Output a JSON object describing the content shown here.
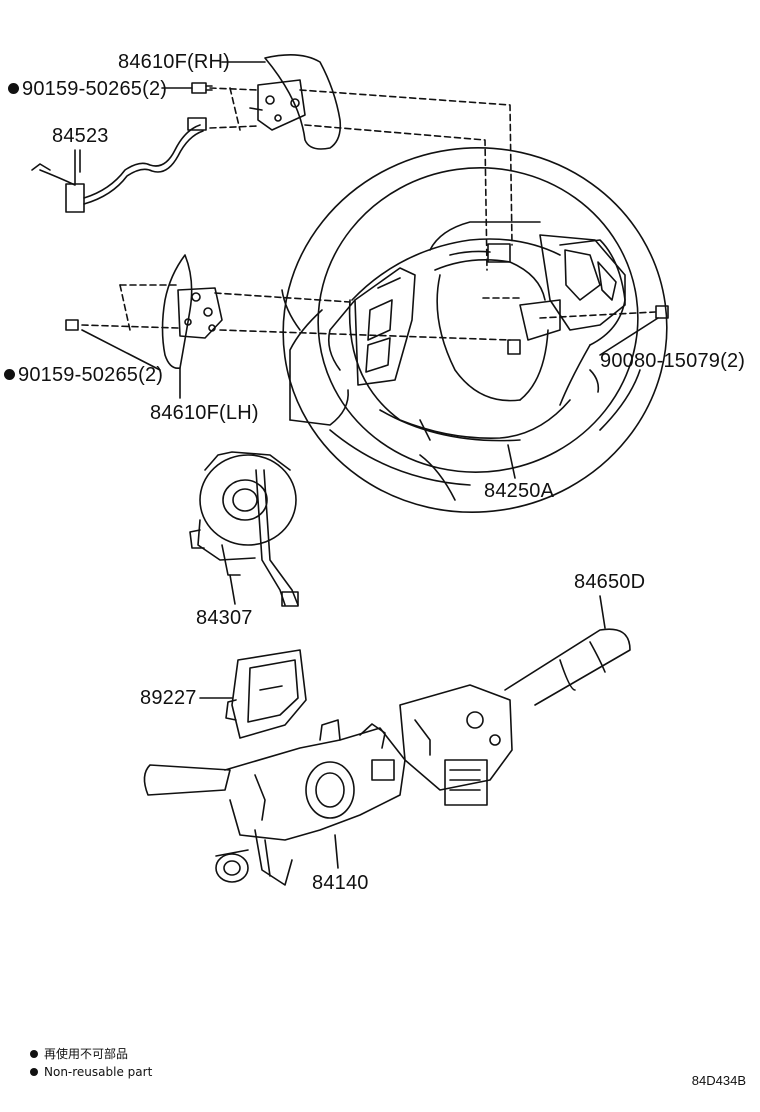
{
  "parts": {
    "paddle_rh": "84610F(RH)",
    "screw_rh": "90159-50265(2)",
    "wire_harness": "84523",
    "paddle_lh": "84610F(LH)",
    "screw_lh": "90159-50265(2)",
    "screw_right": "90080-15079(2)",
    "steering_wheel": "84250A",
    "spiral_cable": "84307",
    "sensor": "89227",
    "wiper_switch": "84650D",
    "combination_switch": "84140"
  },
  "legend": {
    "jp": "再使用不可部品",
    "en": "Non-reusable part"
  },
  "figure_code": "84D434B"
}
